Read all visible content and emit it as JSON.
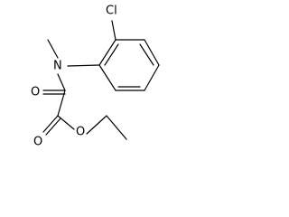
{
  "molecule": {
    "atoms": {
      "chlorine": "Cl",
      "nitrogen": "N",
      "ketone_oxygen": "O",
      "carbonyl_oxygen": "O",
      "ester_oxygen": "O"
    }
  }
}
